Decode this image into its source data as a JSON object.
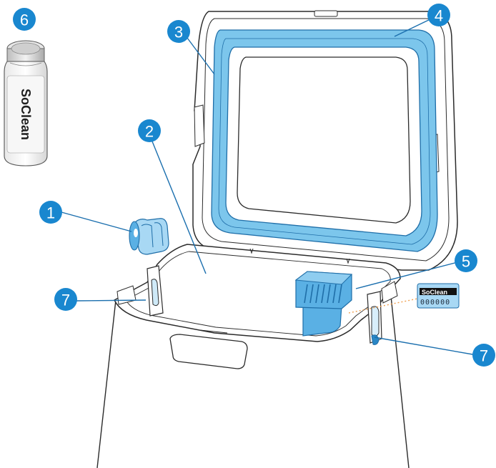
{
  "colors": {
    "callout": "#1987cf",
    "accent_blue": "#7cc6ec",
    "accent_blue_dark": "#2a87c6",
    "outline": "#2b2b2b",
    "leader": "#1b6fae",
    "dotted_leader": "#f0a050",
    "serial_label_bg": "#a8d8f4"
  },
  "callouts": [
    {
      "id": "c1",
      "label": "1",
      "part": "nozzle-cap"
    },
    {
      "id": "c2",
      "label": "2",
      "part": "chamber"
    },
    {
      "id": "c3",
      "label": "3",
      "part": "lid-gasket"
    },
    {
      "id": "c4",
      "label": "4",
      "part": "lid"
    },
    {
      "id": "c5",
      "label": "5",
      "part": "filter-cartridge"
    },
    {
      "id": "c6",
      "label": "6",
      "part": "bottle"
    },
    {
      "id": "c7a",
      "label": "7",
      "part": "hinge-left"
    },
    {
      "id": "c7b",
      "label": "7",
      "part": "hinge-right"
    }
  ],
  "bottle": {
    "brand": "SoClean"
  },
  "serial_label": {
    "brand": "SoClean",
    "serial": "000000"
  }
}
